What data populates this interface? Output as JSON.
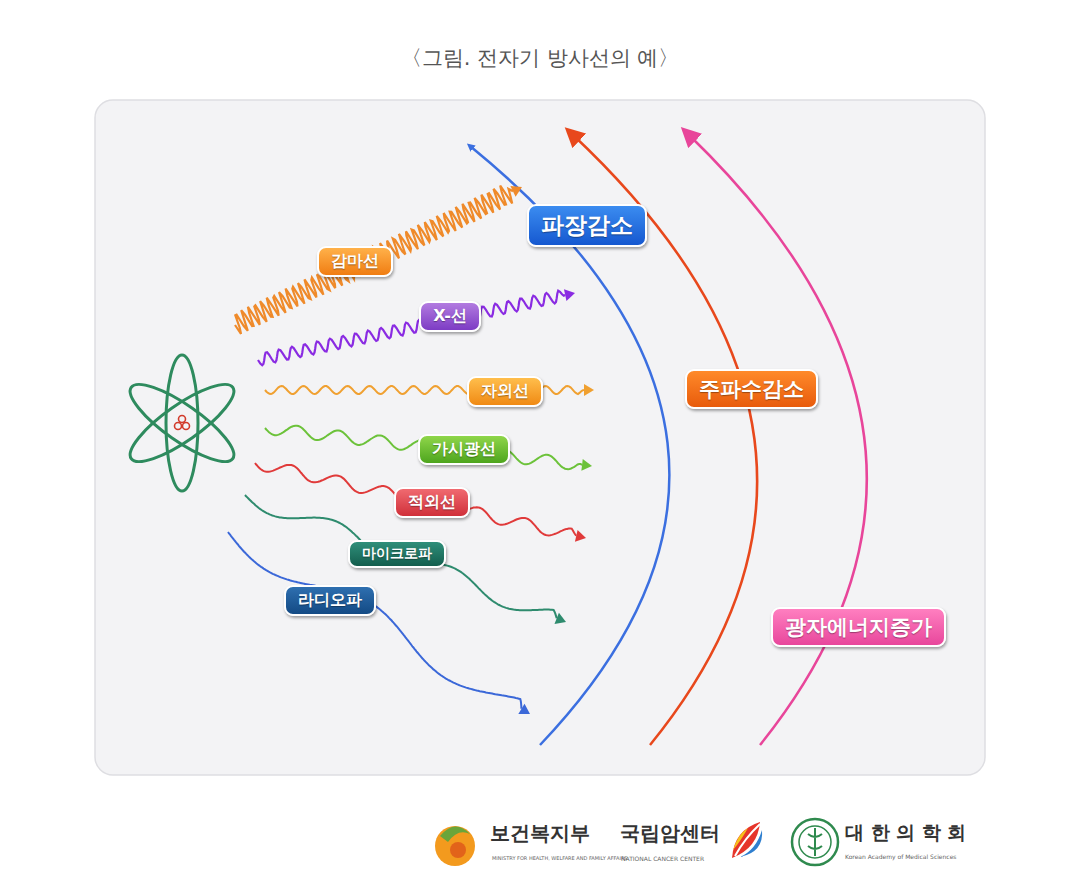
{
  "diagram": {
    "title": "〈그림. 전자기 방사선의 예〉",
    "nodes": [
      {
        "text": [
          "감마선"
        ]
      },
      {
        "text": [
          "X-선"
        ]
      },
      {
        "text": [
          "자외선"
        ]
      },
      {
        "text": [
          "가시광선"
        ]
      },
      {
        "text": [
          "적외선"
        ]
      },
      {
        "text": [
          "마이크로파"
        ]
      },
      {
        "text": [
          "라디오파"
        ]
      },
      {
        "text": [
          "파장감소"
        ]
      },
      {
        "text": [
          "주파수감소"
        ]
      },
      {
        "text": [
          "광자에너지증가"
        ]
      }
    ],
    "labels": [
      "보건복지부",
      "MINISTRY FOR HEALTH, WELFARE AND FAMILY AFFAIRS",
      "국립암센터",
      "NATIONAL CANCER CENTER",
      "대 한 의 학 회",
      "Korean Academy of Medical Sciences"
    ]
  }
}
